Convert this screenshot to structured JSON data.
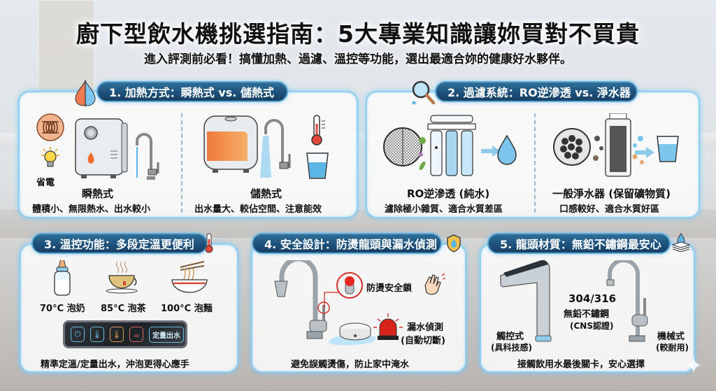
{
  "header": {
    "title": "廚下型飲水機挑選指南：5大專業知識讓妳買對不買貴",
    "subtitle": "進入評測前必看！搞懂加熱、過濾、溫控等功能，選出最適合妳的健康好水夥伴。"
  },
  "colors": {
    "badge_bg": "#1c4f79",
    "panel_border": "#8fd0f2",
    "accent_red": "#e0493b",
    "accent_blue": "#5bb6e6",
    "accent_orange": "#f08a4b"
  },
  "sections": [
    {
      "title": "1. 加熱方式：瞬熱式 vs. 儲熱式",
      "icon": "hot-cold-drop-icon",
      "left": {
        "name": "瞬熱式",
        "desc": "體積小、無限熱水、出水較小",
        "tag": "省電"
      },
      "right": {
        "name": "儲熱式",
        "desc": "出水量大、較佔空間、注意能效"
      }
    },
    {
      "title": "2. 過濾系統：RO逆滲透 vs. 淨水器",
      "icon": "magnifier-icon",
      "left": {
        "name": "RO逆滲透 (純水)",
        "desc": "濾除極小雜質、適合水質差區"
      },
      "right": {
        "name": "一般淨水器 (保留礦物質)",
        "desc": "口感較好、適合水質好區"
      }
    },
    {
      "title": "3. 溫控功能：多段定溫更便利",
      "icon": "thermometer-icon",
      "temps": [
        {
          "label": "70°C 泡奶",
          "icon": "baby-bottle-icon"
        },
        {
          "label": "85°C 泡茶",
          "icon": "tea-cup-icon"
        },
        {
          "label": "100°C 泡麵",
          "icon": "noodle-bowl-icon"
        }
      ],
      "panel_button": "定量出水",
      "caption": "精準定溫/定量出水，沖泡更得心應手"
    },
    {
      "title": "4. 安全設計：防燙龍頭與漏水偵測",
      "icon": "shield-drop-icon",
      "lock_label": "防燙安全鎖",
      "leak_label": "漏水偵測",
      "leak_sub": "(自動切斷)",
      "caption": "避免誤觸燙傷，防止家中淹水"
    },
    {
      "title": "5. 龍頭材質：無鉛不鏽鋼最安心",
      "icon": "water-layers-icon",
      "material_grade": "304/316",
      "material_name": "無鉛不鏽鋼",
      "material_cert": "(CNS認證)",
      "left": {
        "name": "觸控式",
        "sub": "(具科技感)"
      },
      "right": {
        "name": "機械式",
        "sub": "(較耐用)"
      },
      "caption": "接觸飲用水最後關卡，安心選擇"
    }
  ]
}
